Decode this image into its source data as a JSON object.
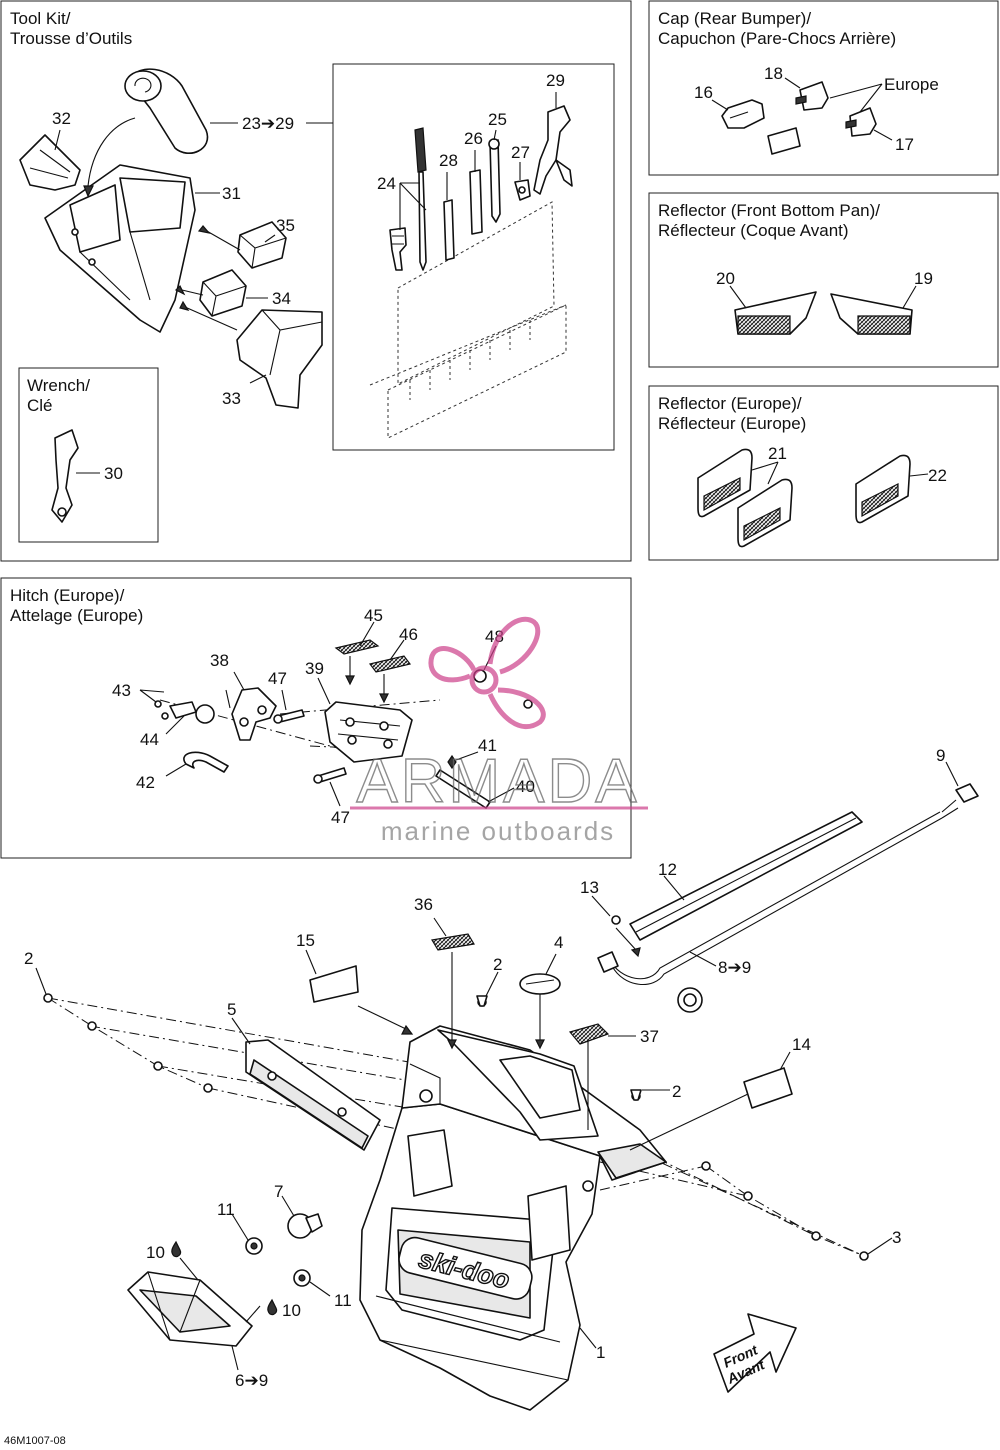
{
  "panels": {
    "tool_kit": {
      "title_line1": "Tool Kit/",
      "title_line2": "Trousse d’Outils"
    },
    "wrench": {
      "title_line1": "Wrench/",
      "title_line2": "Clé"
    },
    "cap": {
      "title_line1": "Cap (Rear Bumper)/",
      "title_line2": "Capuchon (Pare-Chocs Arrière)"
    },
    "reflector_front": {
      "title_line1": "Reflector (Front Bottom Pan)/",
      "title_line2": "Réflecteur (Coque Avant)"
    },
    "reflector_europe": {
      "title_line1": "Reflector (Europe)/",
      "title_line2": "Réflecteur (Europe)"
    },
    "hitch": {
      "title_line1": "Hitch (Europe)/",
      "title_line2": "Attelage (Europe)"
    }
  },
  "callouts": {
    "c23_29": "23➔29",
    "c24": "24",
    "c25": "25",
    "c26": "26",
    "c27": "27",
    "c28": "28",
    "c29": "29",
    "c30": "30",
    "c31": "31",
    "c32": "32",
    "c33": "33",
    "c34": "34",
    "c35": "35",
    "c16": "16",
    "c17": "17",
    "c18": "18",
    "europe": "Europe",
    "c19": "19",
    "c20": "20",
    "c21": "21",
    "c22": "22",
    "c38": "38",
    "c39": "39",
    "c40": "40",
    "c41": "41",
    "c42": "42",
    "c43": "43",
    "c44": "44",
    "c45": "45",
    "c46": "46",
    "c47a": "47",
    "c47b": "47",
    "c48": "48",
    "c1": "1",
    "c2a": "2",
    "c2b": "2",
    "c2c": "2",
    "c3": "3",
    "c4": "4",
    "c5": "5",
    "c6_9": "6➔9",
    "c7": "7",
    "c8_9": "8➔9",
    "c9": "9",
    "c10a": "10",
    "c10b": "10",
    "c11a": "11",
    "c11b": "11",
    "c12": "12",
    "c13": "13",
    "c14": "14",
    "c15": "15",
    "c36": "36",
    "c37": "37"
  },
  "front_arrow": {
    "line1": "Front",
    "line2": "Avant"
  },
  "brand_logo": "ski-doo",
  "drawing_ref": "46M1007-08",
  "watermark": {
    "line1": "ARMADA",
    "line2": "marine outboards",
    "color": "#cc3f8a"
  }
}
